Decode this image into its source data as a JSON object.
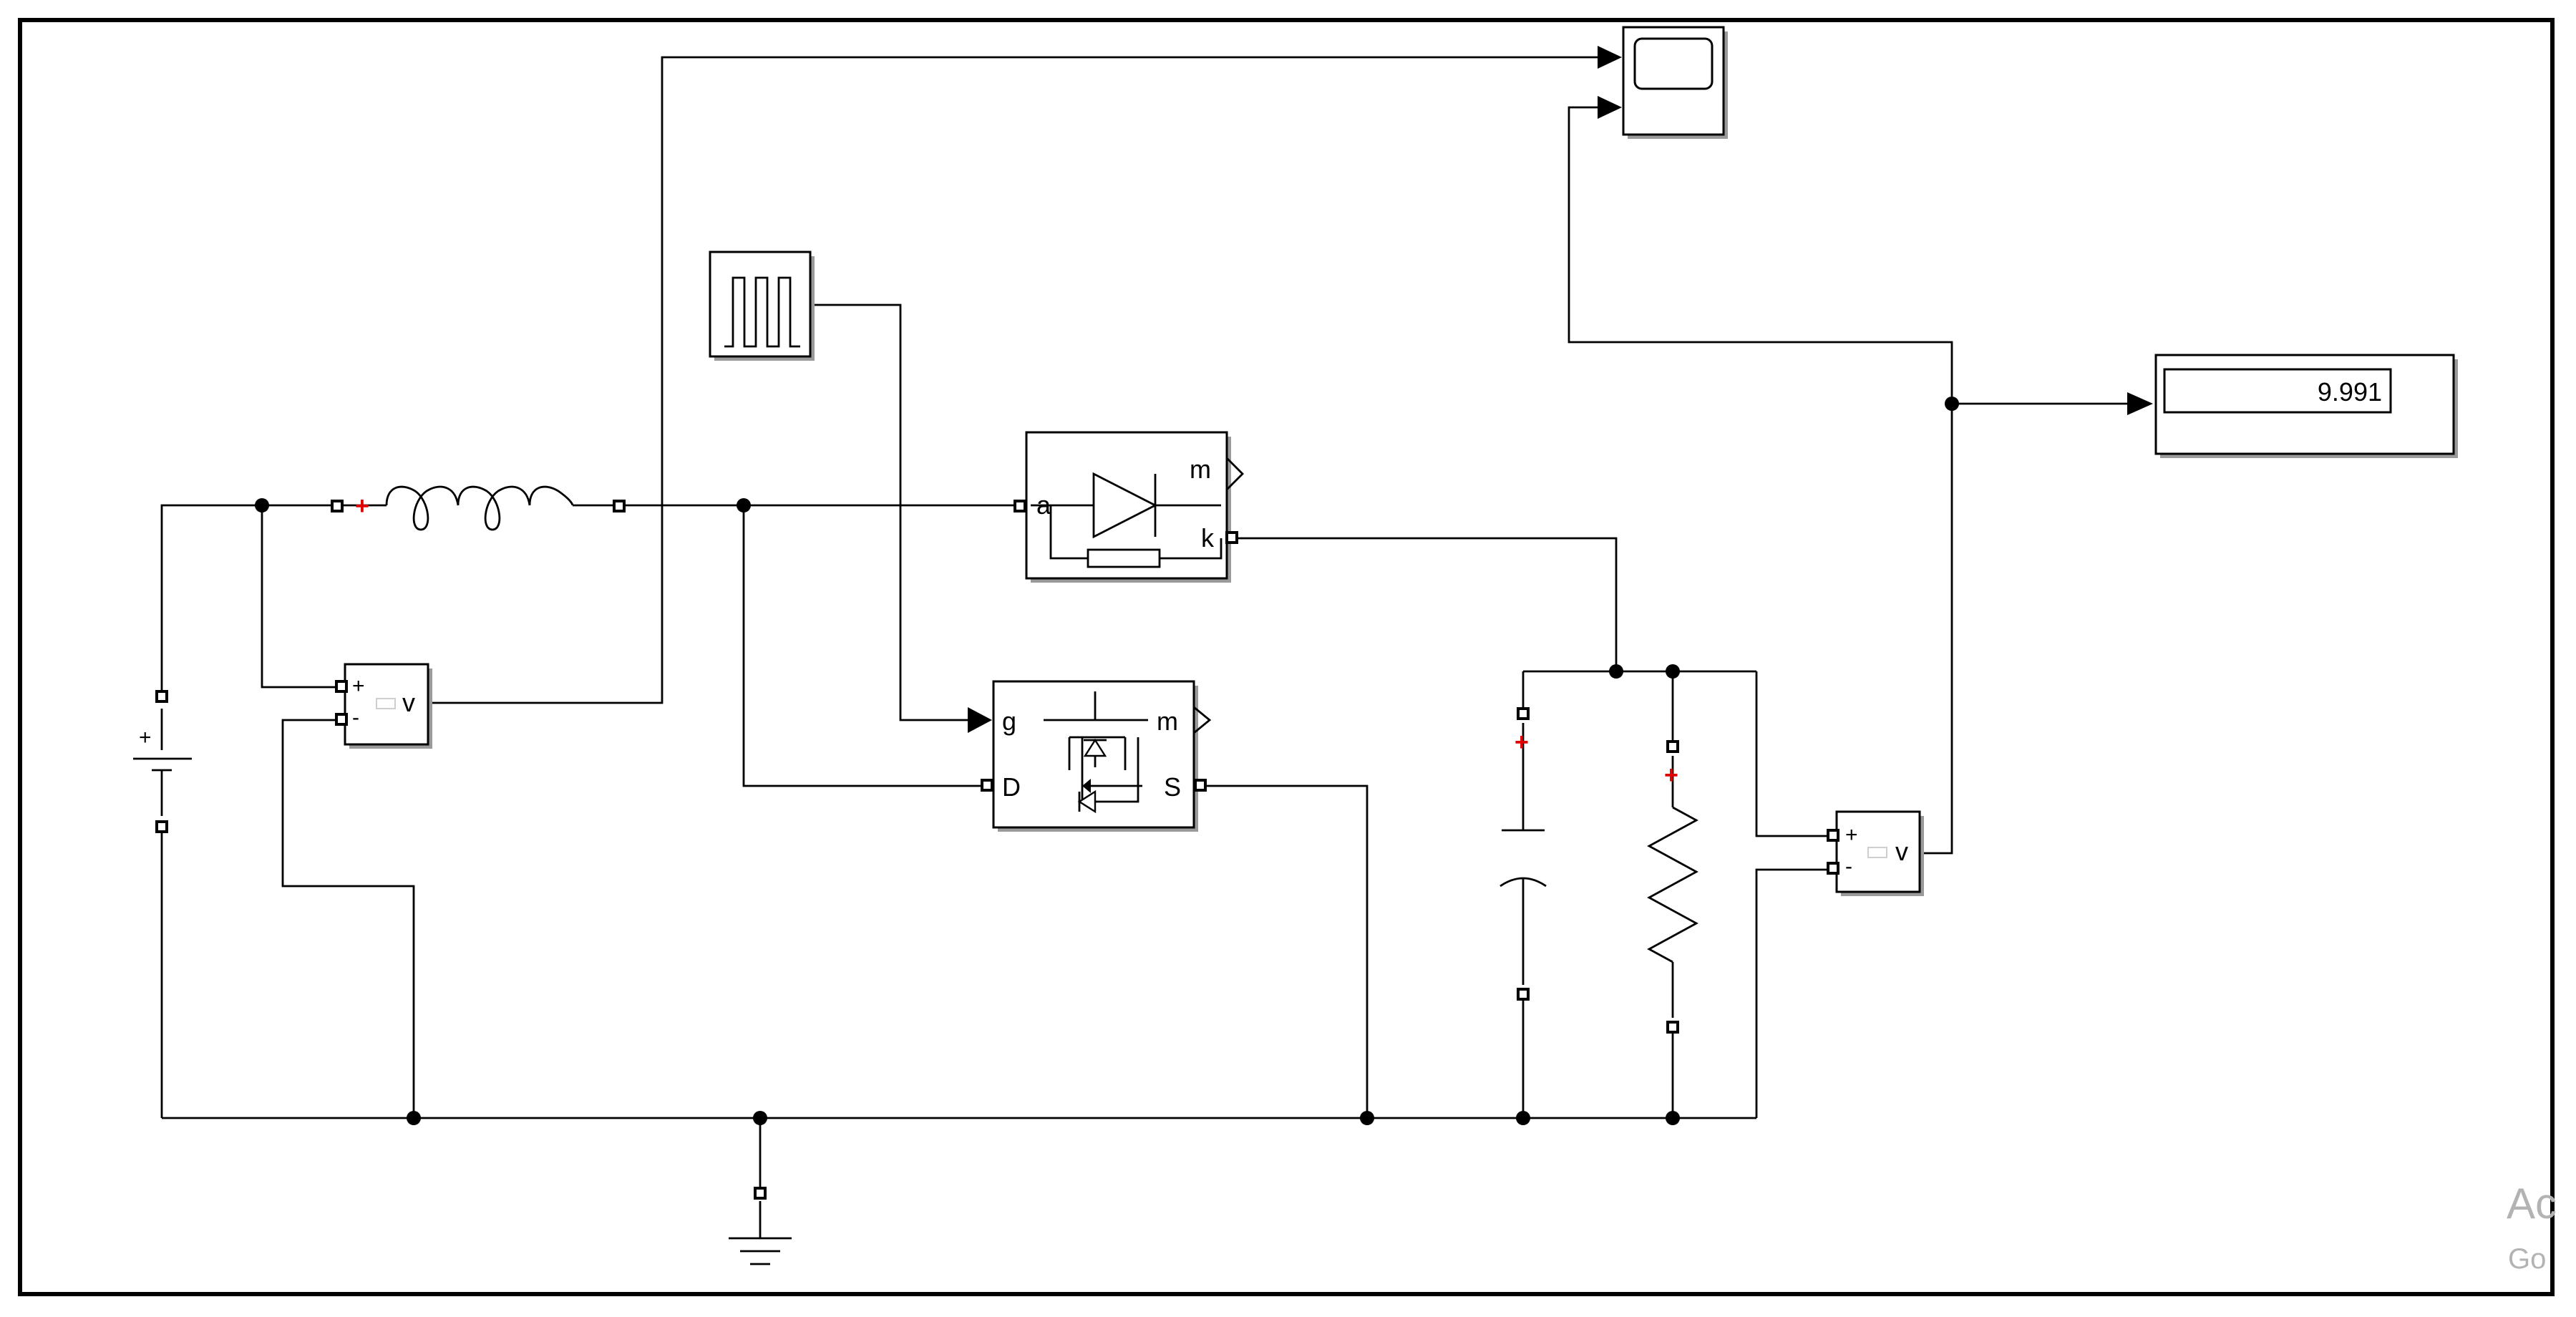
{
  "display": {
    "value": "9.991"
  },
  "labels": {
    "diode_anode": "a",
    "diode_measure": "m",
    "diode_cathode": "k",
    "mosfet_gate": "g",
    "mosfet_measure": "m",
    "mosfet_drain": "D",
    "mosfet_source": "S",
    "vm_plus": "+",
    "vm_minus": "-",
    "vm_out": "v",
    "battery_plus": "+",
    "polarity_mark": "+"
  },
  "watermark": {
    "line1": "Ac",
    "line2": "Go"
  },
  "colors": {
    "wire": "#000000",
    "polarity": "#e00000",
    "background": "#ffffff",
    "shadow": "#9a9a9a"
  }
}
